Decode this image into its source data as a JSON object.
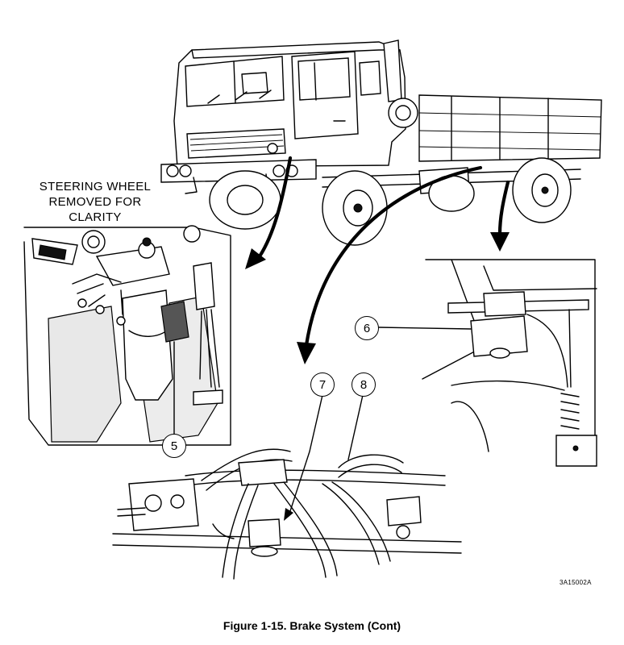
{
  "notes": {
    "steering_line1": "STEERING WHEEL",
    "steering_line2": "REMOVED FOR",
    "steering_line3": "CLARITY"
  },
  "callouts": {
    "c5": "5",
    "c6": "6",
    "c7": "7",
    "c8": "8"
  },
  "drawing_code": "3A15002A",
  "caption": "Figure 1-15.  Brake System (Cont)"
}
